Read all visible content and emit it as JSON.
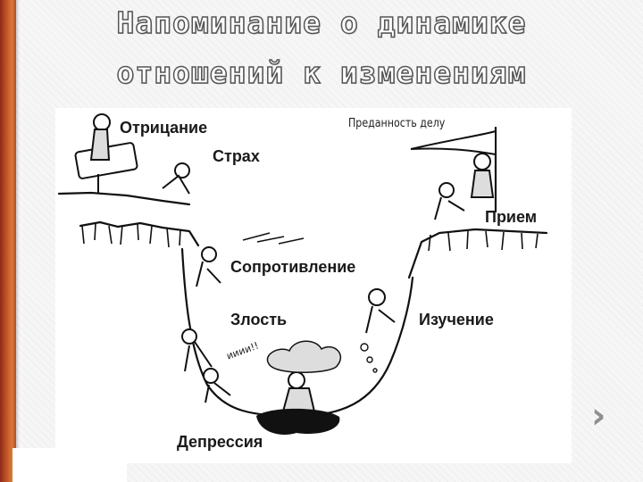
{
  "slide": {
    "title_line1": "Напоминание о динамике",
    "title_line2": "отношений к изменениям"
  },
  "diagram": {
    "banner": "Преданность делу",
    "stages": {
      "denial": "Отрицание",
      "fear": "Страх",
      "resistance": "Сопротивление",
      "anger": "Злость",
      "depression": "Депрессия",
      "exploration": "Изучение",
      "acceptance": "Прием"
    },
    "shout": "ииии!!"
  },
  "navigation": {
    "next_icon": "chevron-right-icon"
  }
}
